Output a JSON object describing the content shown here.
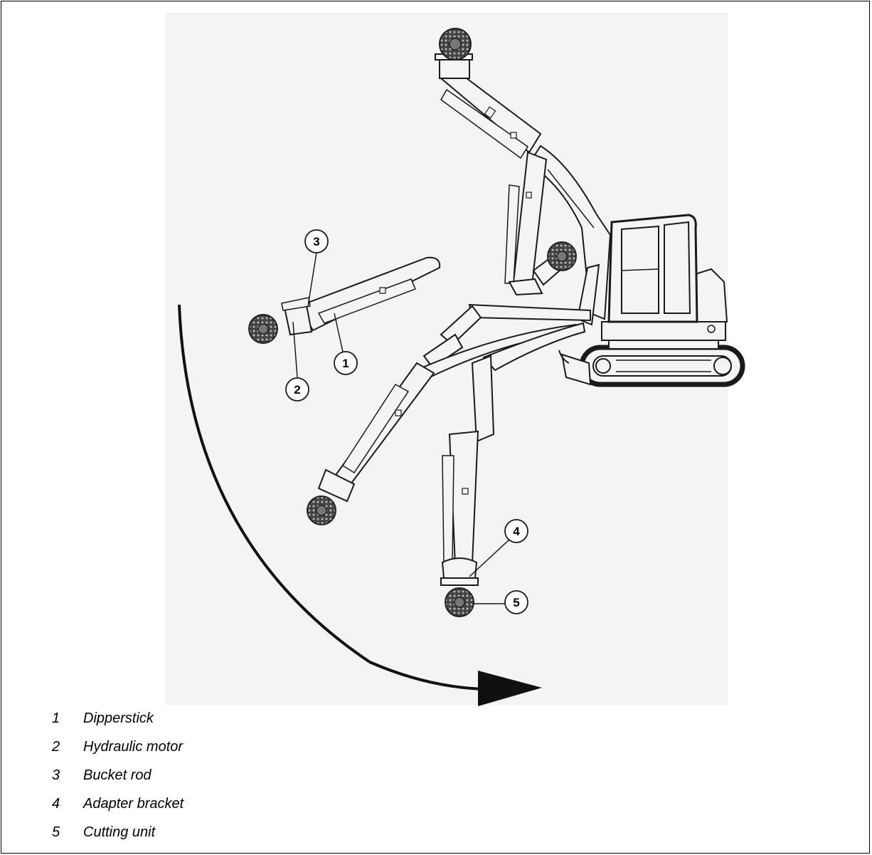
{
  "callouts": [
    {
      "num": "1"
    },
    {
      "num": "2"
    },
    {
      "num": "3"
    },
    {
      "num": "4"
    },
    {
      "num": "5"
    }
  ],
  "legend": [
    {
      "num": "1",
      "label": "Dipperstick"
    },
    {
      "num": "2",
      "label": "Hydraulic motor"
    },
    {
      "num": "3",
      "label": "Bucket rod"
    },
    {
      "num": "4",
      "label": "Adapter bracket"
    },
    {
      "num": "5",
      "label": "Cutting unit"
    }
  ],
  "colors": {
    "line": "#1a1a1a",
    "background": "#f4f4f4",
    "cutter": "#333333"
  }
}
